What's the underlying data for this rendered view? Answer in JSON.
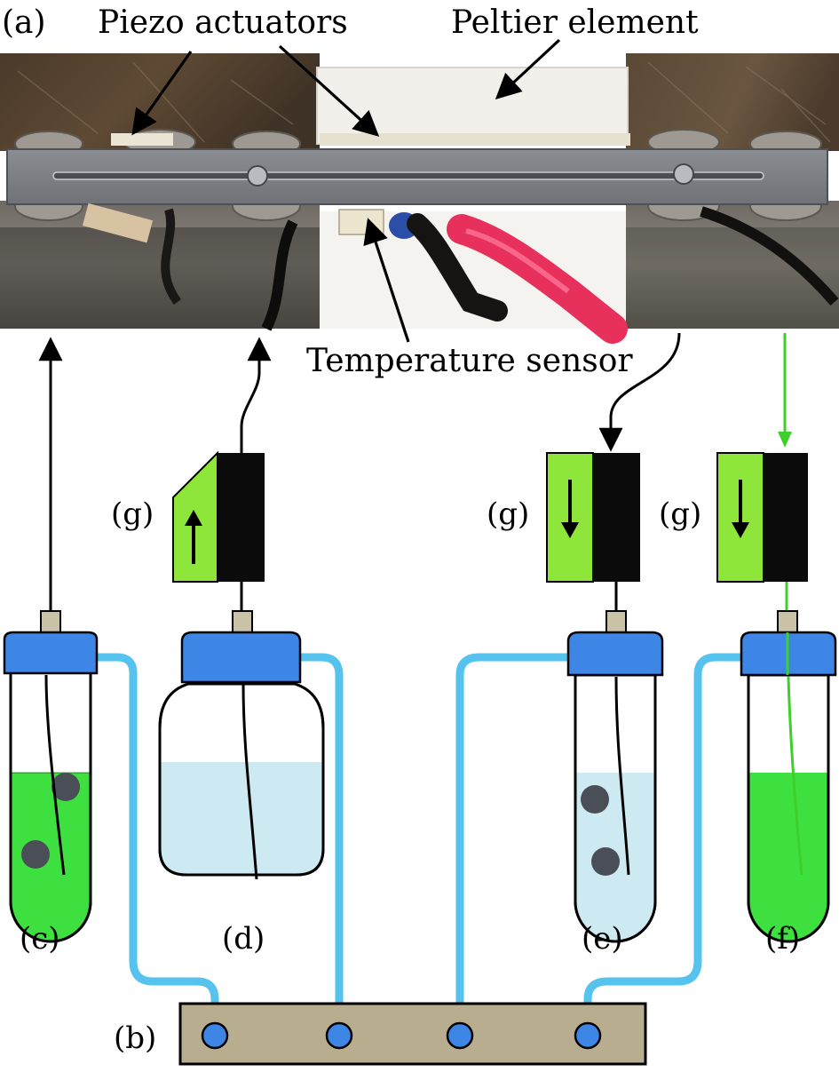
{
  "labels": {
    "panel_a": "(a)",
    "piezo": "Piezo actuators",
    "peltier": "Peltier element",
    "temp_sensor": "Temperature sensor",
    "pump_g": "(g)",
    "tube_c": "(c)",
    "bottle_d": "(d)",
    "tube_e": "(e)",
    "tube_f": "(f)",
    "manifold_b": "(b)"
  },
  "colors": {
    "liquid_green": "#3ee040",
    "liquid_light_blue": "#cdeaf2",
    "cap_blue": "#3d86e6",
    "tubing_light_blue": "#56c3ee",
    "manifold_tan": "#b8ad8e",
    "pump_green": "#8ee63a",
    "pump_black": "#0b0b0b",
    "particle_gray": "#4a4e57",
    "connector_tan": "#c9c2a6",
    "green_wire": "#3fcf2a"
  },
  "icons": {
    "pump_arrow_up": "arrow-up-icon",
    "pump_arrow_down": "arrow-down-icon"
  }
}
